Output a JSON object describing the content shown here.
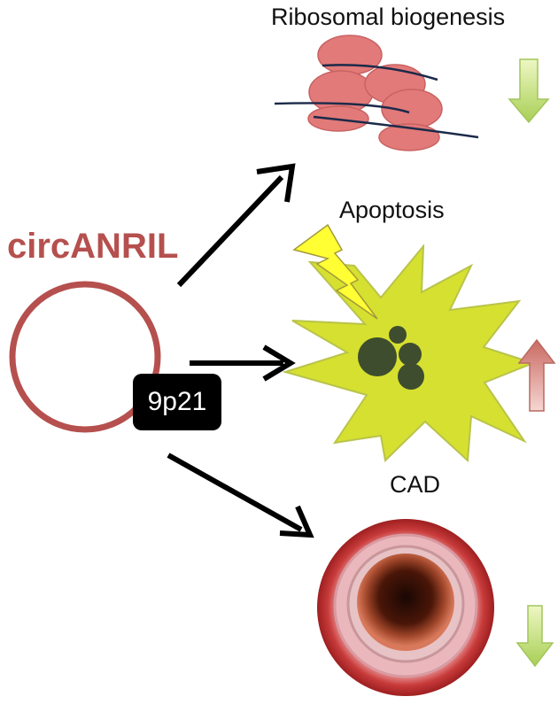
{
  "labels": {
    "ribosomal": "Ribosomal biogenesis",
    "apoptosis": "Apoptosis",
    "cad": "CAD",
    "circ": "circANRIL",
    "locus": "9p21"
  },
  "effects": [
    {
      "target": "Ribosomal biogenesis",
      "direction": "down"
    },
    {
      "target": "Apoptosis",
      "direction": "up"
    },
    {
      "target": "CAD",
      "direction": "down"
    }
  ],
  "colors": {
    "circ_red": "#b5504e",
    "ribosome_fill": "#e27a79",
    "ribosome_stroke": "#c96262",
    "mrna": "#1c2a4a",
    "star_fill": "#d6e030",
    "star_stroke": "#b9c34a",
    "bolt_fill": "#ffff33",
    "cell_dark": "#3e4d2e",
    "arrow_up": "#d87f77",
    "arrow_down": "#b7d86a",
    "vessel_outer": "#c63a3a",
    "vessel_mid": "#e8b4bb",
    "vessel_lumen": "#2a0d05"
  }
}
